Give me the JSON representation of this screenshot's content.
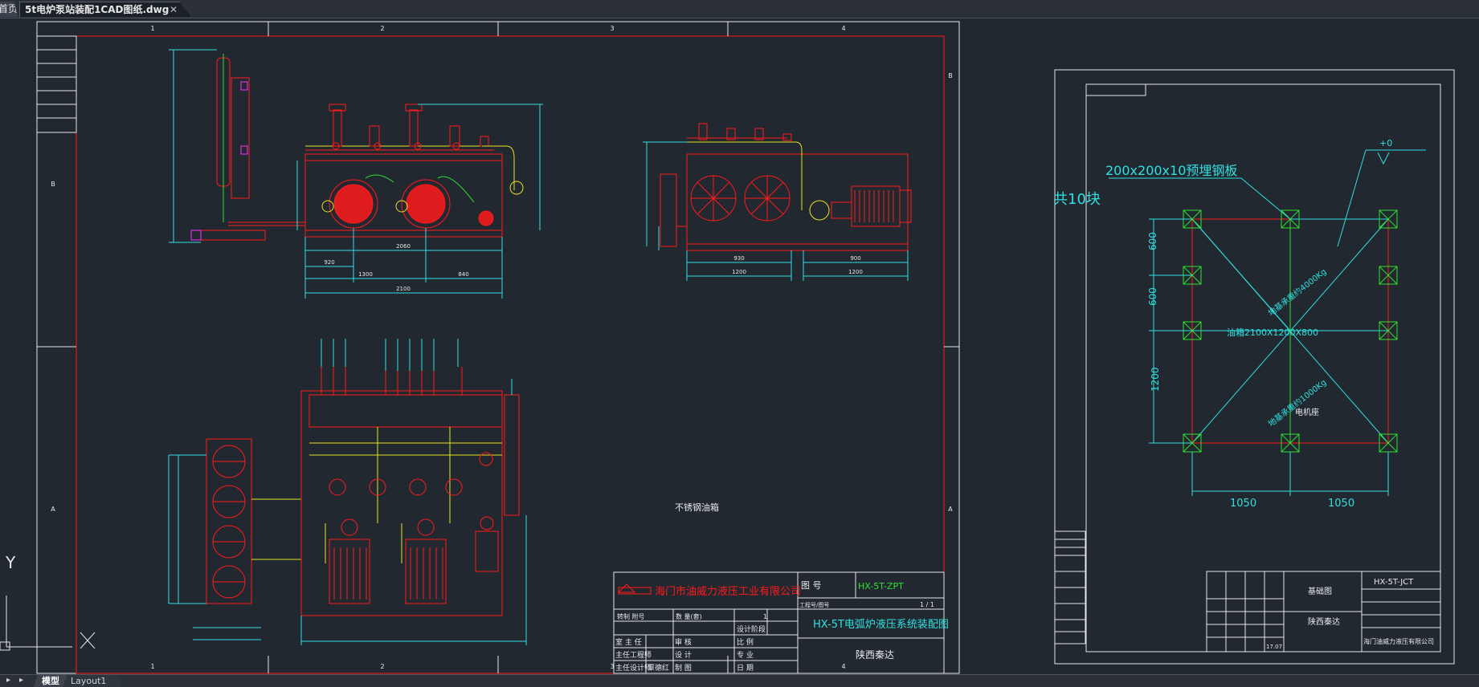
{
  "tabs": {
    "home_label": "首页",
    "file_label": "5t电炉泵站装配1CAD图纸.dwg",
    "close_glyph": "✕"
  },
  "layout_tabs": {
    "model_label": "模型",
    "layout1_label": "Layout1"
  },
  "ucs": {
    "y_label": "Y",
    "x_label": "X"
  },
  "sheet1": {
    "col_numbers": [
      "1",
      "2",
      "3",
      "4"
    ],
    "row_letters": [
      "B",
      "A"
    ],
    "note_text": "不锈钢油箱",
    "dims": {
      "d2060": "2060",
      "d920": "920",
      "d1300": "1300",
      "d840": "840",
      "d2100": "2100",
      "d930": "930",
      "d1200": "1200",
      "d900": "900",
      "d1200b": "1200"
    },
    "title_block": {
      "company": "海门市油威力液压工业有限公司",
      "drawing_no_label": "图 号",
      "drawing_no": "HX-5T-ZPT",
      "project_no_label": "工程号/图号",
      "sheet": "1 / 1",
      "drawing_title": "HX-5T电弧炉液压系统装配图",
      "client": "陕西秦达",
      "qty_label": "数 量(套)",
      "qty_value": "1",
      "stage_label": "设计阶段",
      "row_labels": [
        "室 主 任",
        "主任工程师",
        "主任设计师"
      ],
      "mid_labels": [
        "审 核",
        "设 计",
        "制 图"
      ],
      "right_labels": [
        "比 例",
        "专 业",
        "日 期"
      ],
      "signer": "覃德红",
      "rev_label": "转制 附号"
    }
  },
  "sheet2": {
    "plate_note": "200x200x10预埋钢板",
    "count_note": "共10块",
    "elevation": "+0",
    "tank_label": "油箱2100X1200X800",
    "load1": "地基承重约4000Kg",
    "load2": "地基承重约1000Kg",
    "motor_label": "电机座",
    "dim_600a": "600",
    "dim_600b": "600",
    "dim_1200": "1200",
    "dim_1050a": "1050",
    "dim_1050b": "1050",
    "title_block": {
      "drawing_no": "HX-5T-JCT",
      "title": "基础图",
      "client": "陕西秦达",
      "company": "海门油威力液压有限公司",
      "date": "17.07"
    }
  },
  "colors": {
    "background": "#212830",
    "red": "#ff1a1a",
    "cyan": "#2fe0e0",
    "white": "#e8e8e8",
    "green": "#30e030",
    "yellow": "#e8e020",
    "magenta": "#ff30ff"
  }
}
